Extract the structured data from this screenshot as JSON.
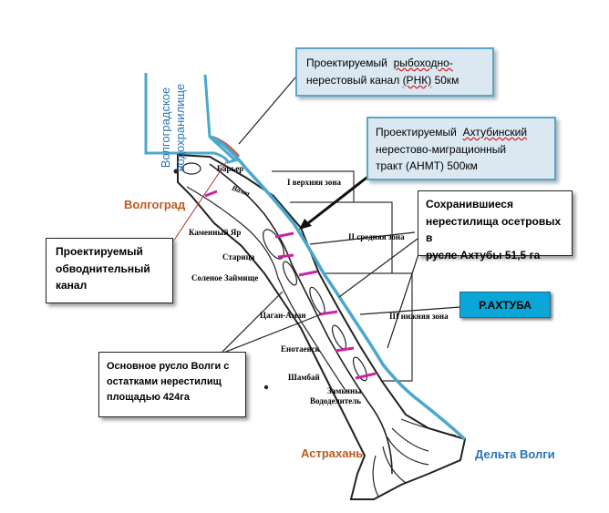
{
  "reservoir_label_line1": "Волгоградское",
  "reservoir_label_line2": "водохранилище",
  "city_volgograd": "Волгоград",
  "city_astrakhan": "Астрахань",
  "delta_label": "Дельта Волги",
  "akhtuba_label": "Р.АХТУБА",
  "box_rnk": {
    "prefix": "Проектируемый",
    "word": "рыбоходно-",
    "line2a": "нерестовый канал",
    "line2b": "(РНК)",
    "line2c": "50км"
  },
  "box_anmt": {
    "prefix": "Проектируемый",
    "word": "Ахтубинский",
    "line2": "нерестово-миграционный",
    "line3": "тракт (АНМТ) 500км"
  },
  "box_preserved": {
    "line1": "Сохранившиеся",
    "line2": "нерестилища осетровых в",
    "line3": "русле Ахтубы 51,5 га"
  },
  "box_bypass": {
    "line1": "Проектируемый",
    "line2": "обводнительный",
    "line3": "канал"
  },
  "box_main": {
    "line1": "Основное русло Волги с",
    "line2": "остатками нерестилищ",
    "line3": "площадью 424га"
  },
  "zones": {
    "z1": "I верхняя зона",
    "z2": "II средняя зона",
    "z3": "III нижняя зона"
  },
  "places": {
    "barrier": "Барьер",
    "volga": "Волга",
    "kamenny_yar": "Каменный Яр",
    "staritsa": "Старица",
    "solenoe": "Соленое Займище",
    "tsagan_aman": "Цаган-Аман",
    "enotaevsk": "Енотаевск",
    "shambay": "Шамбай",
    "zamyany": "Замьяны",
    "vododelitel": "Вододелитель"
  },
  "colors": {
    "akhtuba_line": "#4aa8cc",
    "spawning_marks": "#d020a8",
    "city_volgograd": "#c0591e",
    "city_astrakhan": "#c0591e",
    "delta": "#2a73b8"
  }
}
